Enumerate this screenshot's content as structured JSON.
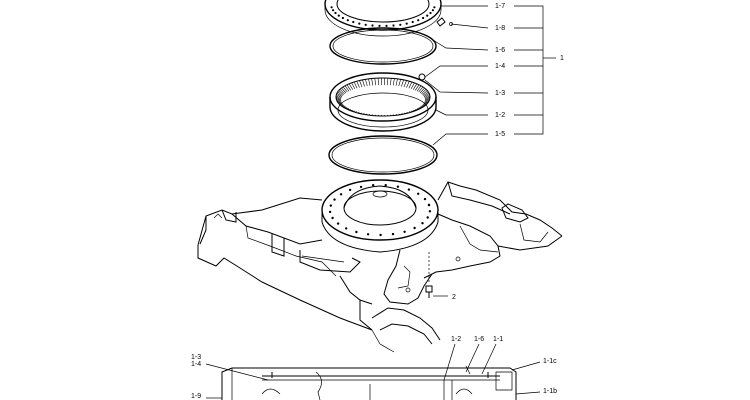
{
  "labels": {
    "main_assembly": "1",
    "part_1_7": "1-7",
    "part_1_8": "1-8",
    "part_1_6": "1-6",
    "part_1_4": "1-4",
    "part_1_3": "1-3",
    "part_1_2": "1-2",
    "part_1_5": "1-5",
    "bolt": "2",
    "detail_1_2": "1-2",
    "detail_1_6": "1-6",
    "detail_1_1": "1-1",
    "detail_1_1c": "1-1c",
    "detail_1_3": "1-3",
    "detail_1_4": "1-4",
    "detail_1_1b": "1-1b",
    "detail_1_9": "1-9"
  }
}
